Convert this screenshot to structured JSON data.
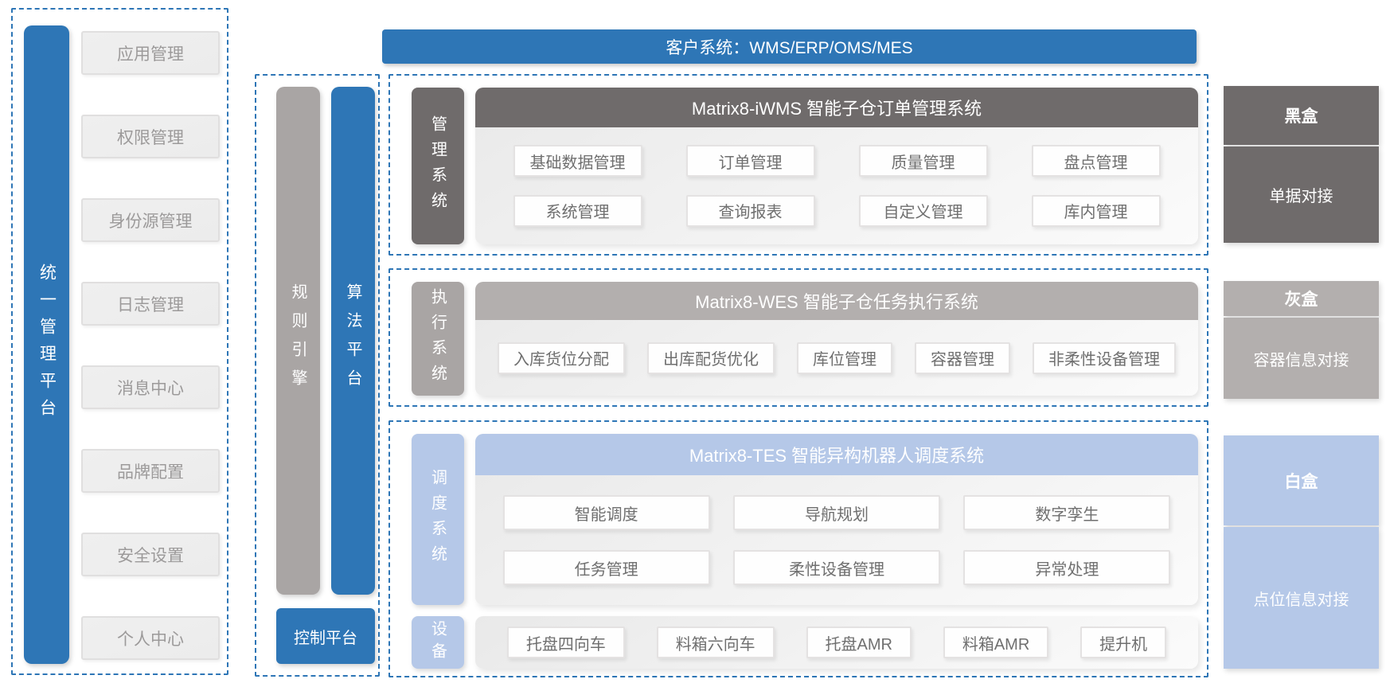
{
  "palette": {
    "blue": "#2E76B6",
    "dark_gray": "#6F6B6B",
    "mid_gray": "#A9A5A4",
    "mid_gray_light": "#B3AFAE",
    "light_blue": "#B5C8E8"
  },
  "left_panel": {
    "platform_label": "统一管理平台",
    "items": [
      "应用管理",
      "权限管理",
      "身份源管理",
      "日志管理",
      "消息中心",
      "品牌配置",
      "安全设置",
      "个人中心"
    ]
  },
  "middle_panel": {
    "rule_engine": "规则引擎",
    "algorithm_platform": "算法平台",
    "control_platform": "控制平台"
  },
  "banner": {
    "label": "客户系统：WMS/ERP/OMS/MES"
  },
  "sections": {
    "management": {
      "side_label": "管理系统",
      "title": "Matrix8-iWMS 智能子仓订单管理系统",
      "row1": [
        "基础数据管理",
        "订单管理",
        "质量管理",
        "盘点管理"
      ],
      "row2": [
        "系统管理",
        "查询报表",
        "自定义管理",
        "库内管理"
      ]
    },
    "execution": {
      "side_label": "执行系统",
      "title": "Matrix8-WES 智能子仓任务执行系统",
      "row1": [
        "入库货位分配",
        "出库配货优化",
        "库位管理",
        "容器管理",
        "非柔性设备管理"
      ]
    },
    "dispatch": {
      "side_label": "调度系统",
      "title": "Matrix8-TES 智能异构机器人调度系统",
      "row1": [
        "智能调度",
        "导航规划",
        "数字孪生"
      ],
      "row2": [
        "任务管理",
        "柔性设备管理",
        "异常处理"
      ]
    },
    "devices": {
      "side_label": "设备",
      "items": [
        "托盘四向车",
        "料箱六向车",
        "托盘AMR",
        "料箱AMR",
        "提升机"
      ]
    }
  },
  "legend": {
    "black_box": {
      "title": "黑盒",
      "subtitle": "单据对接"
    },
    "gray_box": {
      "title": "灰盒",
      "subtitle": "容器信息对接"
    },
    "white_box": {
      "title": "白盒",
      "subtitle": "点位信息对接"
    }
  }
}
